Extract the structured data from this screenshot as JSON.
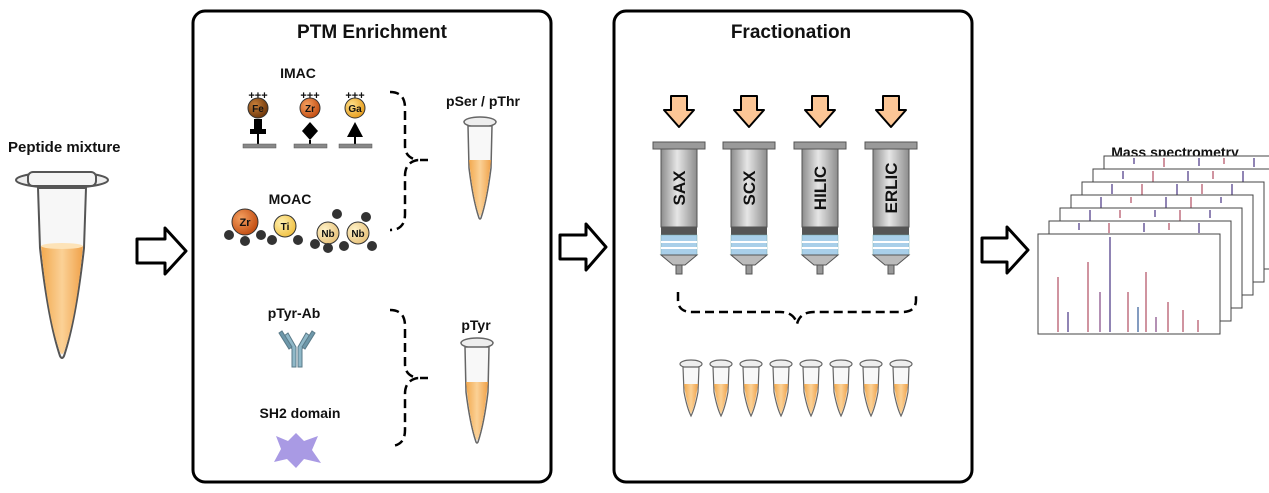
{
  "input": {
    "label": "Peptide mixture"
  },
  "enrichment": {
    "title": "PTM Enrichment",
    "imac": {
      "label": "IMAC",
      "ions": [
        {
          "symbol": "Fe",
          "charge": "+++"
        },
        {
          "symbol": "Zr",
          "charge": "+++"
        },
        {
          "symbol": "Ga",
          "charge": "+++"
        }
      ]
    },
    "moac": {
      "label": "MOAC",
      "oxides": [
        "Zr",
        "Ti",
        "Nb",
        "Nb"
      ]
    },
    "pser_output": "pSer / pThr",
    "ab_label": "pTyr-Ab",
    "sh2_label": "SH2 domain",
    "ptyr_output": "pTyr"
  },
  "fractionation": {
    "title": "Fractionation",
    "columns": [
      "SAX",
      "SCX",
      "HILIC",
      "ERLIC"
    ],
    "fraction_tubes": 8
  },
  "ms": {
    "label": "Mass spectrometry",
    "spectra_count": 7
  },
  "colors": {
    "liquid": "#f8c27a",
    "arrow_fill": "#fcc696",
    "antibody": "#8fb8c8",
    "sh2": "#a99ae4",
    "column_body": "#c8c8c8",
    "column_blue": "#a9cfe9"
  }
}
